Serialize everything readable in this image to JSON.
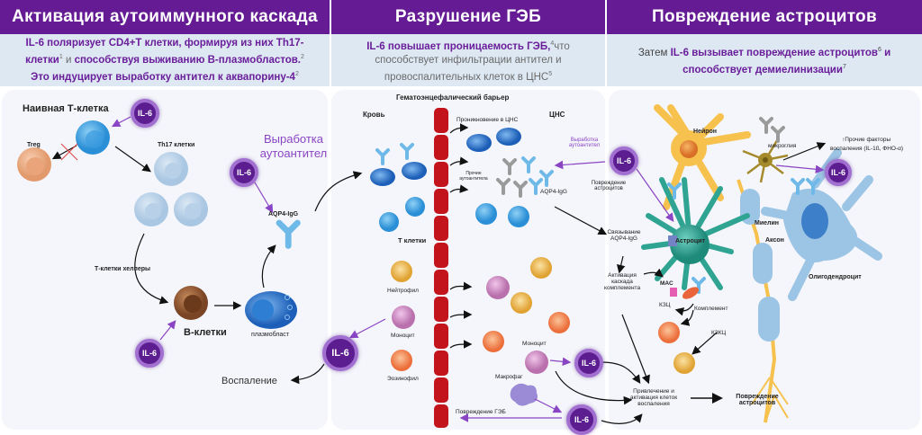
{
  "sections": [
    {
      "title": "Активация аутоиммунного каскада",
      "sub_line1_bold": "IL-6 поляризует CD4+T клетки, формируя из них Th17-",
      "sub_line2_a": "клетки",
      "sub_line2_sup1": "1",
      "sub_line2_b": " и ",
      "sub_line2_c": "способствуя выживанию В-плазмобластов.",
      "sub_line2_sup2": "2",
      "sub_line3": "Это индуцирует выработку антител к аквапорину-4",
      "sub_line3_sup": "2"
    },
    {
      "title": "Разрушение ГЭБ",
      "sub_bold": "IL-6 повышает  проницаемость ГЭБ,",
      "sub_sup1": "4",
      "sub_rest1": "что",
      "sub_line2": "способствует инфильтрации антител и",
      "sub_line3": "провоспалительных клеток в ЦНС",
      "sub_sup2": "5"
    },
    {
      "title": "Повреждение астроцитов",
      "sub_plain": "Затем ",
      "sub_bold1": "IL-6 вызывает повреждение астроцитов",
      "sub_sup1": "6",
      "sub_bold2": " и",
      "sub_line2": "способствует демиелинизации",
      "sub_sup2": "7"
    }
  ],
  "panel1": {
    "naive_t": "Наивная Т-клетка",
    "treg": "Treg",
    "th17": "Th17 клетки",
    "helpers": "Т-клетки хелперы",
    "b_cells": "В-клетки",
    "plasmoblast": "плазмобласт",
    "autoab_production": "Выработка аутоантител",
    "aqp4": "AQP4-IgG",
    "inflammation": "Воспаление",
    "il6": "IL-6"
  },
  "panel2": {
    "bbb": "Гематоэнцефалический барьер",
    "blood": "Кровь",
    "cns": "ЦНС",
    "penetration": "Проникновение в ЦНС",
    "other_autoab": "Прочие аутоантитела",
    "aqp4": "AQP4-IgG",
    "autoab_production": "Выработка аутоантител",
    "astro_damage_small": "Повреждение астроцитов",
    "t_cells": "Т клетки",
    "neutrophil": "Нейтрофил",
    "monocyte": "Моноцит",
    "eosinophil": "Эозинофил",
    "monocyte2": "Моноцит",
    "macrophage": "Макрофаг",
    "bbb_damage": "Повреждение ГЭБ",
    "il6": "IL-6"
  },
  "panel3": {
    "neuron": "Нейрон",
    "microglia": "микроглия",
    "other_factors_1": "↑Прочие факторы",
    "other_factors_2": "воспаления (IL-1ß, ФНО-α)",
    "astrocyte": "Астроцит",
    "myelin": "Миелин",
    "axon": "Аксон",
    "oligodendrocyte": "Олигодендроцит",
    "binding": "Связывание AQP4-IgG",
    "activation": "Активация каскада комплемента",
    "mac": "МАС",
    "kzc": "КЗЦ",
    "complement": "Комплемент",
    "kzkc": "КЗКЦ",
    "recruitment": "Привлечение и активация клеток воспаления",
    "astro_damage": "Повреждение астроцитов",
    "il6": "IL-6"
  },
  "colors": {
    "header": "#641b93",
    "subheader_bg": "#dde8f3",
    "il6": "#5b1d8f",
    "accent_purple": "#8a45c4",
    "barrier_red": "#c3141b",
    "astrocyte": "#2fa493",
    "neuron": "#f7c14e",
    "myelin": "#9cc4e4"
  }
}
